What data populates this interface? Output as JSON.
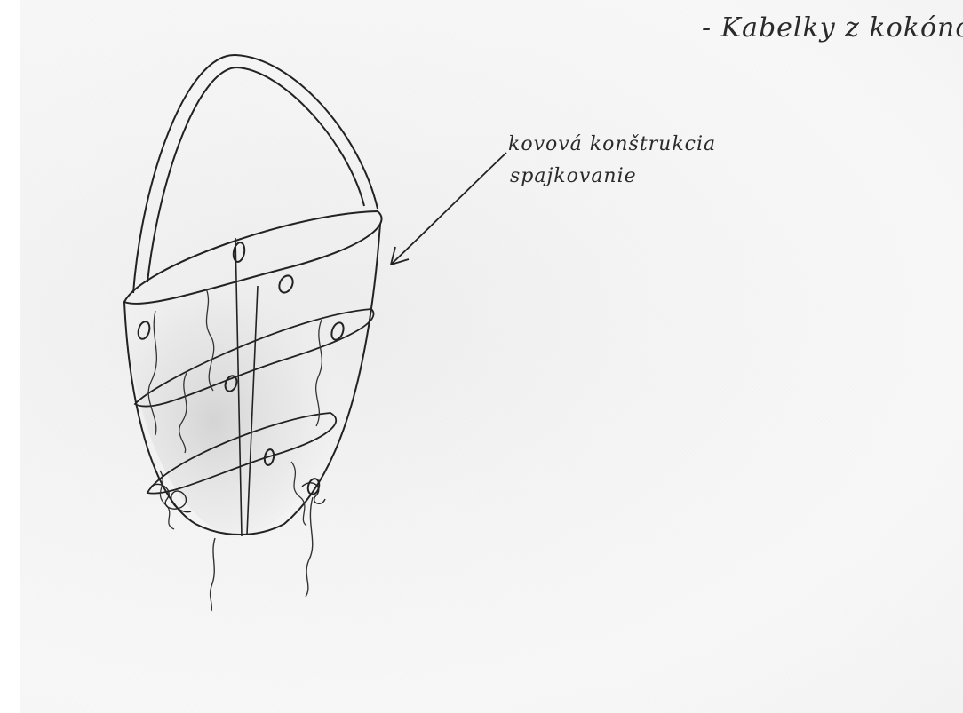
{
  "title": "- Kabelky z kokónov",
  "annotation": {
    "line1": "kovová konštrukcia",
    "line2": "spajkovanie"
  },
  "colors": {
    "paper": "#f6f6f6",
    "ink": "#2a2a2a"
  }
}
